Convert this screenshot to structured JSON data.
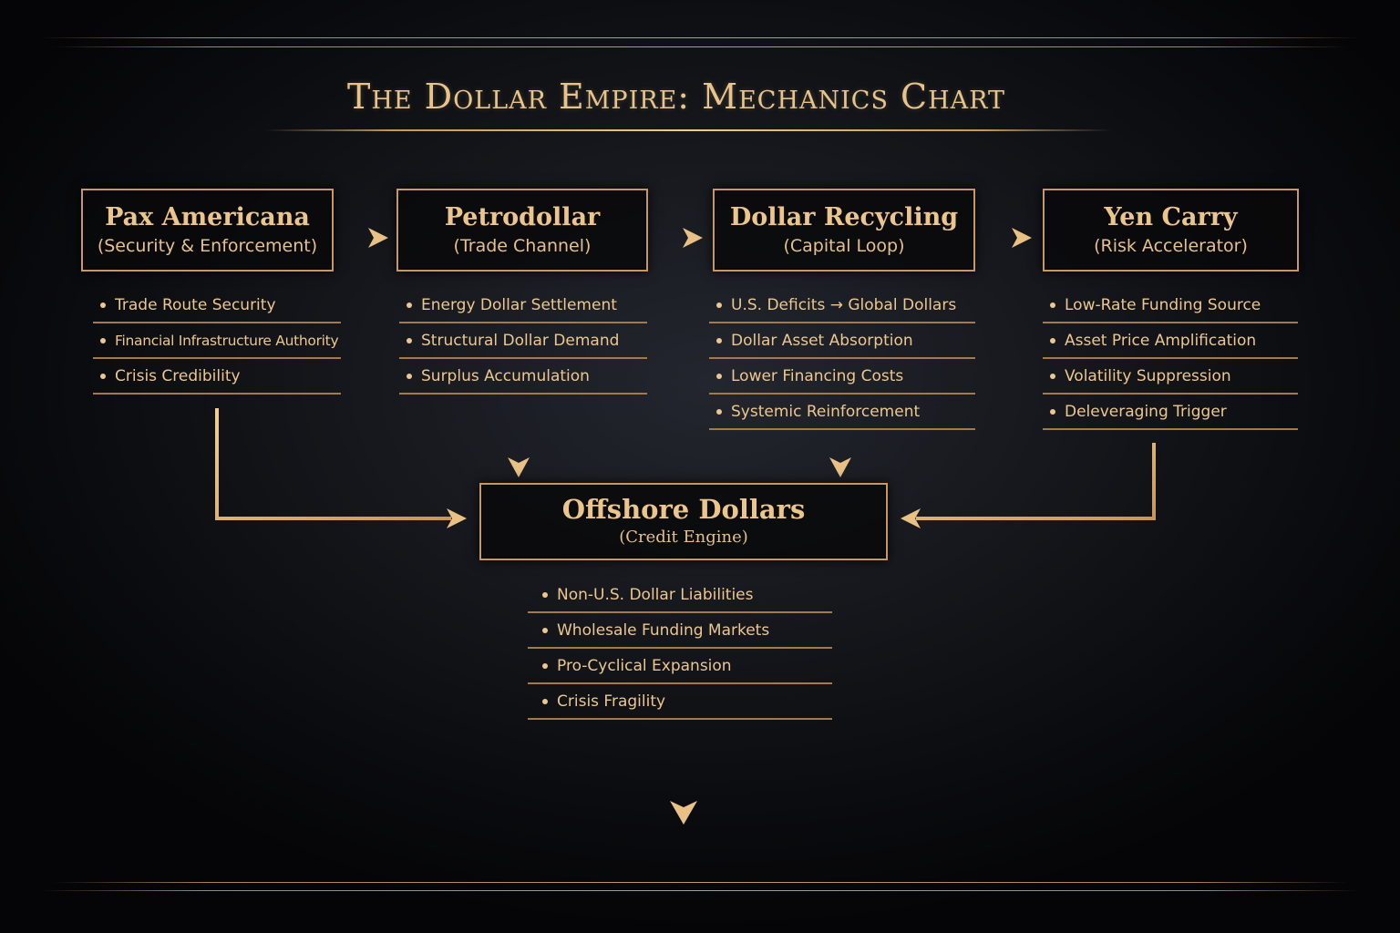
{
  "title": "The Dollar Empire: Mechanics Chart",
  "colors": {
    "background": "#0b0c10",
    "gold": "#c8985e",
    "text_gold": "#ebc58b"
  },
  "nodes": [
    {
      "id": "pax-americana",
      "title": "Pax Americana",
      "subtitle": "(Security & Enforcement)",
      "items": [
        "Trade Route Security",
        "Financial Infrastructure Authority",
        "Crisis Credibility"
      ]
    },
    {
      "id": "petrodollar",
      "title": "Petrodollar",
      "subtitle": "(Trade Channel)",
      "items": [
        "Energy Dollar Settlement",
        "Structural Dollar Demand",
        "Surplus Accumulation"
      ]
    },
    {
      "id": "dollar-recycling",
      "title": "Dollar Recycling",
      "subtitle": "(Capital Loop)",
      "items": [
        "U.S. Deficits → Global Dollars",
        "Dollar Asset Absorption",
        "Lower Financing Costs",
        "Systemic Reinforcement"
      ]
    },
    {
      "id": "yen-carry",
      "title": "Yen Carry",
      "subtitle": "(Risk Accelerator)",
      "items": [
        "Low-Rate Funding Source",
        "Asset Price Amplification",
        "Volatility Suppression",
        "Deleveraging Trigger"
      ]
    },
    {
      "id": "offshore-dollars",
      "title": "Offshore Dollars",
      "subtitle": "(Credit Engine)",
      "items": [
        "Non-U.S. Dollar Liabilities",
        "Wholesale Funding Markets",
        "Pro-Cyclical Expansion",
        "Crisis Fragility"
      ]
    }
  ],
  "edges": [
    {
      "from": "pax-americana",
      "to": "petrodollar"
    },
    {
      "from": "petrodollar",
      "to": "dollar-recycling"
    },
    {
      "from": "dollar-recycling",
      "to": "yen-carry"
    },
    {
      "from": "pax-americana",
      "to": "offshore-dollars"
    },
    {
      "from": "petrodollar",
      "to": "offshore-dollars"
    },
    {
      "from": "dollar-recycling",
      "to": "offshore-dollars"
    },
    {
      "from": "yen-carry",
      "to": "offshore-dollars"
    },
    {
      "from": "offshore-dollars",
      "to": "downstream"
    }
  ]
}
